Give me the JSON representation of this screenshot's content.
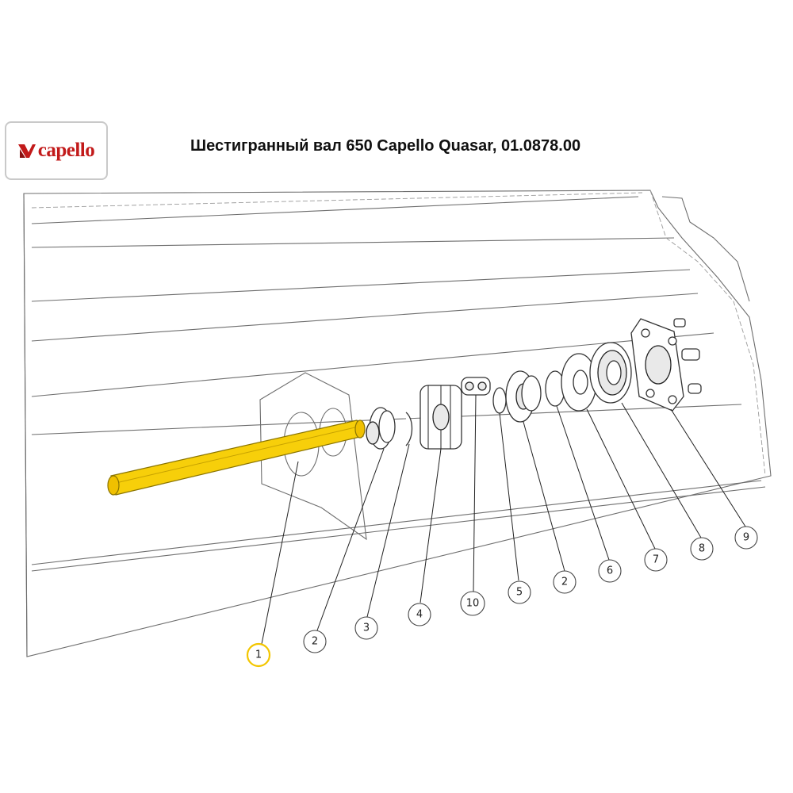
{
  "header": {
    "logo_text": "capello",
    "title": "Шестигранный вал 650 Capello Quasar, 01.0878.00"
  },
  "colors": {
    "brand_red": "#c21a1a",
    "highlight_yellow": "#f3c600",
    "shaft_fill": "#f7cf0a",
    "line_gray": "#6e6e6e"
  },
  "callouts": [
    {
      "label": "1",
      "highlighted": true
    },
    {
      "label": "2"
    },
    {
      "label": "3"
    },
    {
      "label": "4"
    },
    {
      "label": "10"
    },
    {
      "label": "5"
    },
    {
      "label": "2"
    },
    {
      "label": "6"
    },
    {
      "label": "7"
    },
    {
      "label": "8"
    },
    {
      "label": "9"
    }
  ]
}
